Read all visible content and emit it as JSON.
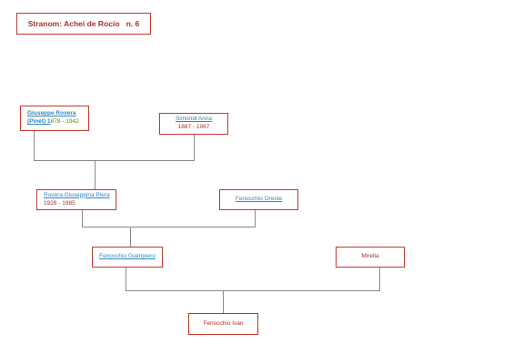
{
  "title": "Stranom: Achei de Rocio   n. 6",
  "people": {
    "giuseppe": {
      "name_line1": "Giuseppe Rovera",
      "name_line2": "(Pinèt) 1",
      "dates": "878 - 1942"
    },
    "simondi": {
      "name": "Simondi Anna",
      "dates": "1887 - 1967"
    },
    "rovera_gp": {
      "name": "Rovera Giuseppina Piera",
      "dates": "1928 - 1985"
    },
    "fenocchio_oreste": {
      "name": "Fenocchio Oreste"
    },
    "fenocchio_giampiero": {
      "name": "Fenocchio Giampiero"
    },
    "mirella": {
      "name": "Mirella"
    },
    "fenocchio_ivan": {
      "name": "Fenocchio Ivan"
    }
  },
  "colors": {
    "border": "#c0392b",
    "link": "#2e86c1",
    "date": "#a93226",
    "line": "#8a8a8a"
  }
}
